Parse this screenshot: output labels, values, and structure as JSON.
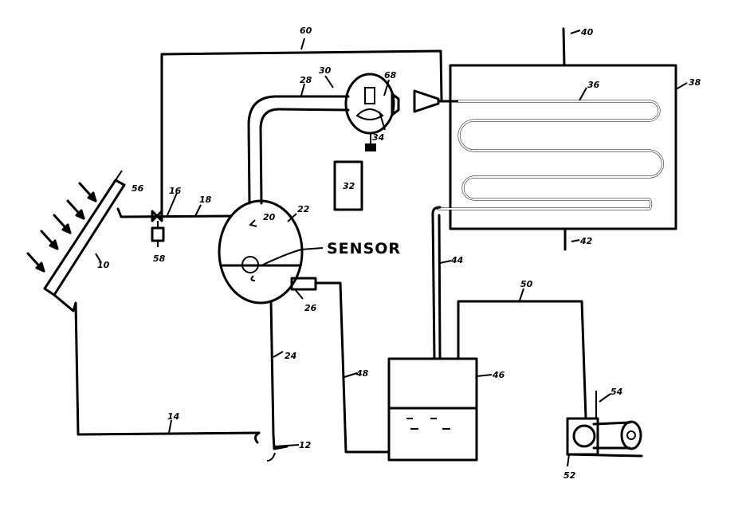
{
  "figure": {
    "callout_text": "SENSOR",
    "labels": {
      "wire_60": "60",
      "compressor_30": "30",
      "coupling_68": "68",
      "pipe_28": "28",
      "clutch_34": "34",
      "motor_32": "32",
      "condenser_38": "38",
      "inlet_40": "40",
      "outlet_42": "42",
      "coil_36": "36",
      "collector_10": "10",
      "sensor_56": "56",
      "valve_16": "16",
      "pipe_18": "18",
      "trap_58": "58",
      "outlet_20": "20",
      "tank_22": "22",
      "valve_26": "26",
      "line_24": "24",
      "line_14": "14",
      "drain_12": "12",
      "line_44": "44",
      "receiver_46": "46",
      "line_48": "48",
      "wire_50": "50",
      "pump_52": "52",
      "belt_54": "54"
    }
  }
}
